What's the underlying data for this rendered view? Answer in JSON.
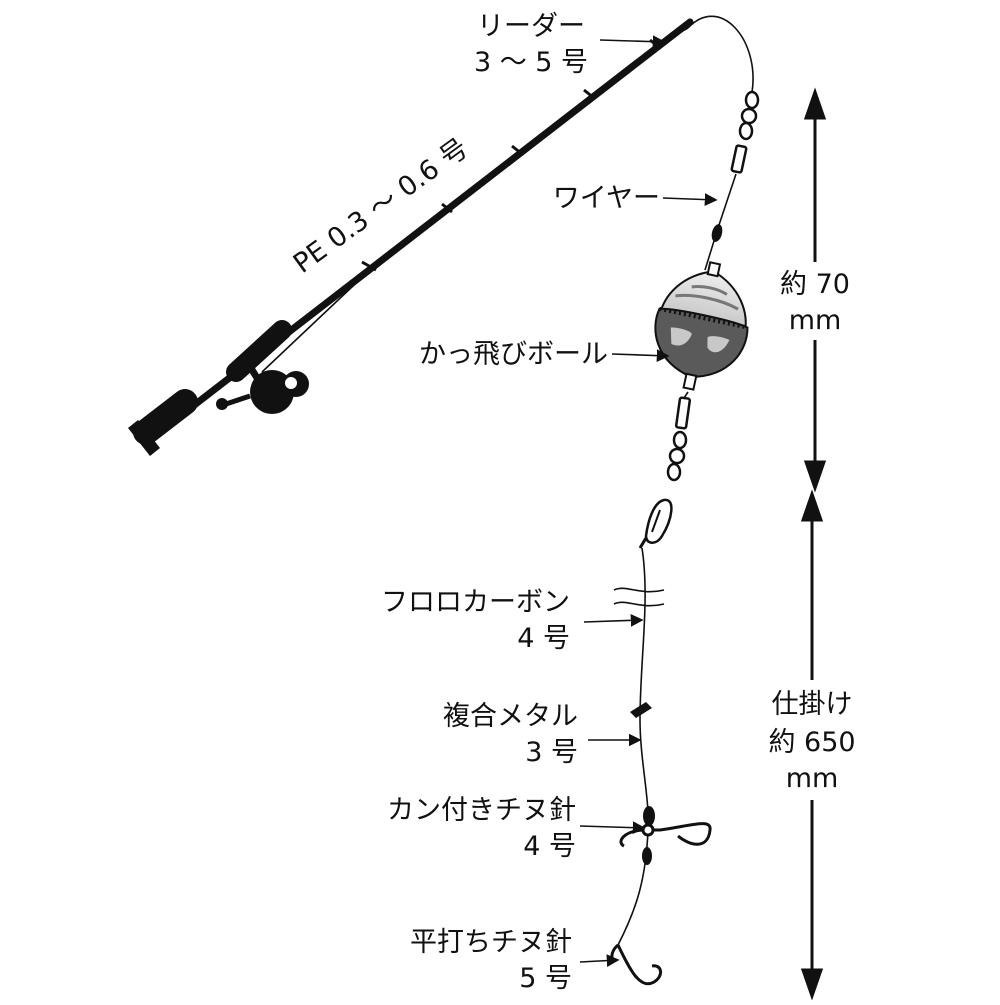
{
  "labels": {
    "leader_name": "リーダー",
    "leader_size": "3 〜 5 号",
    "pe_line": "PE 0.3 〜 0.6 号",
    "wire": "ワイヤー",
    "ball": "かっ飛びボール",
    "ball_len_prefix": "約 70",
    "ball_len_unit": "mm",
    "fluoro_name": "フロロカーボン",
    "fluoro_size": "4 号",
    "metal_name": "複合メタル",
    "metal_size": "3 号",
    "hook1_name": "カン付きチヌ針",
    "hook1_size": "4 号",
    "hook2_name": "平打ちチヌ針",
    "hook2_size": "5 号",
    "rig_name": "仕掛け",
    "rig_len_prefix": "約 650",
    "rig_len_unit": "mm"
  },
  "colors": {
    "ink": "#111111",
    "ball_mid": "#5a5a5a",
    "ball_light": "#c8c8c8"
  }
}
